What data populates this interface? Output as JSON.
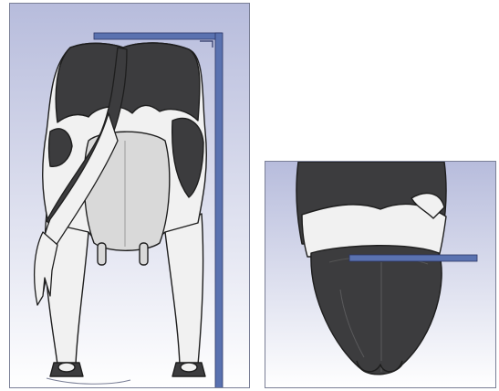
{
  "figure": {
    "panels": [
      {
        "view": "rear",
        "subject": "holstein-cow"
      },
      {
        "view": "rear-udder-closeup",
        "subject": "holstein-cow"
      }
    ],
    "colors": {
      "background_top": "#b7bcdc",
      "background_bottom": "#ffffff",
      "black_patch": "#3c3c3e",
      "white_hide": "#f1f1f1",
      "udder": "#d9d9d9",
      "measuring_bar": "#5a72b0",
      "outline": "#1e1e1e"
    },
    "icons": [
      "measuring-stick-icon",
      "measuring-bar-icon"
    ]
  }
}
